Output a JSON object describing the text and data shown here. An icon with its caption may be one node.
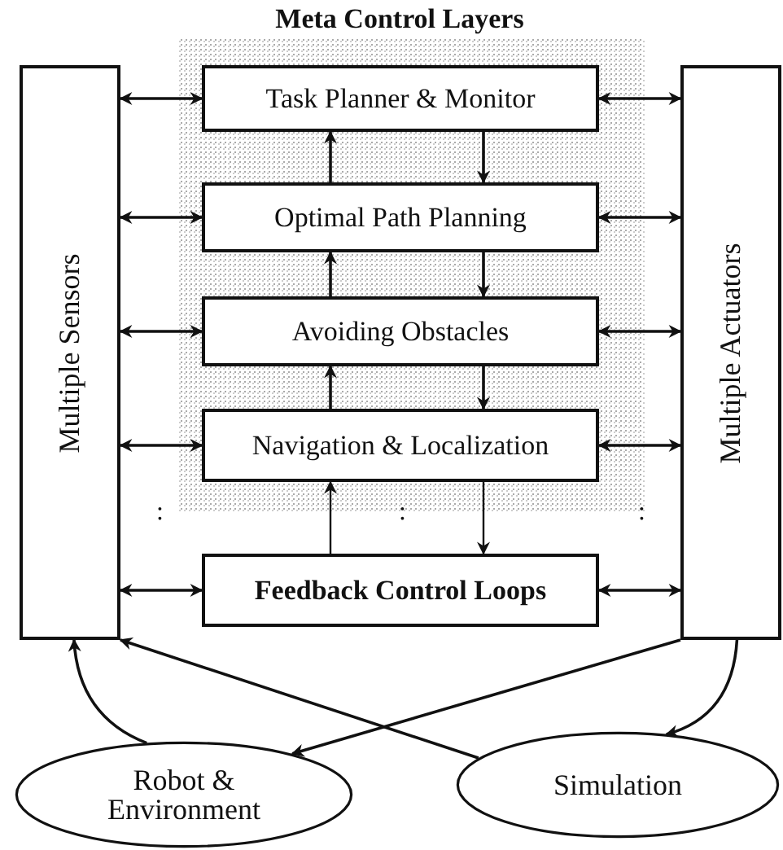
{
  "diagram": {
    "title": "Meta Control Layers",
    "nodes": [
      {
        "text": [
          "Multiple Sensors"
        ]
      },
      {
        "text": [
          "Task Planner & Monitor"
        ]
      },
      {
        "text": [
          "Optimal Path Planning"
        ]
      },
      {
        "text": [
          "Avoiding Obstacles"
        ]
      },
      {
        "text": [
          "Navigation & Localization"
        ]
      },
      {
        "text": [
          "Feedback Control Loops"
        ]
      },
      {
        "text": [
          "Multiple Actuators"
        ]
      },
      {
        "text": [
          "Robot & Environment"
        ]
      },
      {
        "text": [
          "Simulation"
        ]
      }
    ],
    "edges": [
      {
        "from": 0,
        "to": 1,
        "arrow": "both"
      },
      {
        "from": 1,
        "to": 6,
        "arrow": "both"
      },
      {
        "from": 0,
        "to": 2,
        "arrow": "both"
      },
      {
        "from": 2,
        "to": 6,
        "arrow": "both"
      },
      {
        "from": 0,
        "to": 3,
        "arrow": "both"
      },
      {
        "from": 3,
        "to": 6,
        "arrow": "both"
      },
      {
        "from": 0,
        "to": 4,
        "arrow": "both"
      },
      {
        "from": 4,
        "to": 6,
        "arrow": "both"
      },
      {
        "from": 0,
        "to": 5,
        "arrow": "both"
      },
      {
        "from": 5,
        "to": 6,
        "arrow": "both"
      },
      {
        "from": 2,
        "to": 1,
        "arrow": "to"
      },
      {
        "from": 1,
        "to": 2,
        "arrow": "to"
      },
      {
        "from": 3,
        "to": 2,
        "arrow": "to"
      },
      {
        "from": 2,
        "to": 3,
        "arrow": "to"
      },
      {
        "from": 4,
        "to": 3,
        "arrow": "to"
      },
      {
        "from": 3,
        "to": 4,
        "arrow": "to"
      },
      {
        "from": 5,
        "to": 4,
        "arrow": "to"
      },
      {
        "from": 4,
        "to": 5,
        "arrow": "to"
      },
      {
        "from": 7,
        "to": 0,
        "arrow": "to"
      },
      {
        "from": 8,
        "to": 0,
        "arrow": "to"
      },
      {
        "from": 6,
        "to": 7,
        "arrow": "to"
      },
      {
        "from": 6,
        "to": 8,
        "arrow": "to"
      }
    ],
    "labels": [
      ":",
      ":",
      ":"
    ]
  }
}
